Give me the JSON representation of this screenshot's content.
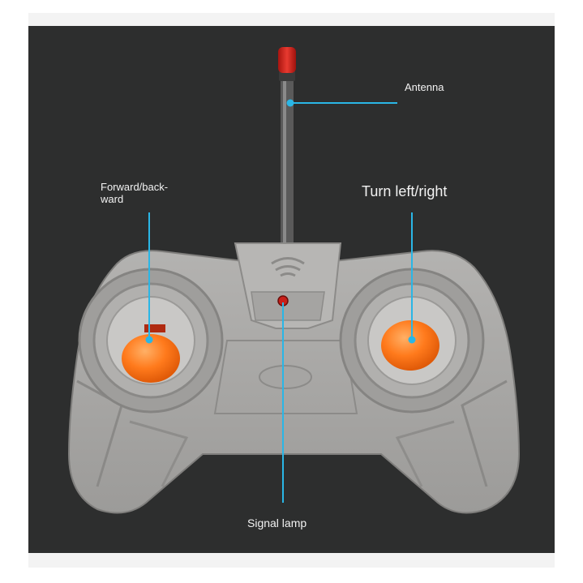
{
  "labels": {
    "antenna": "Antenna",
    "forward_backward": "Forward/back-\nward",
    "turn": "Turn left/right",
    "signal_lamp": "Signal lamp"
  },
  "colors": {
    "background": "#2d2e2e",
    "controller_body": "#a8a7a5",
    "joystick": "#ff7a1c",
    "callout_line": "#2ab6e6",
    "antenna_tip": "#d8231f",
    "label_text": "#f2f2f2"
  }
}
